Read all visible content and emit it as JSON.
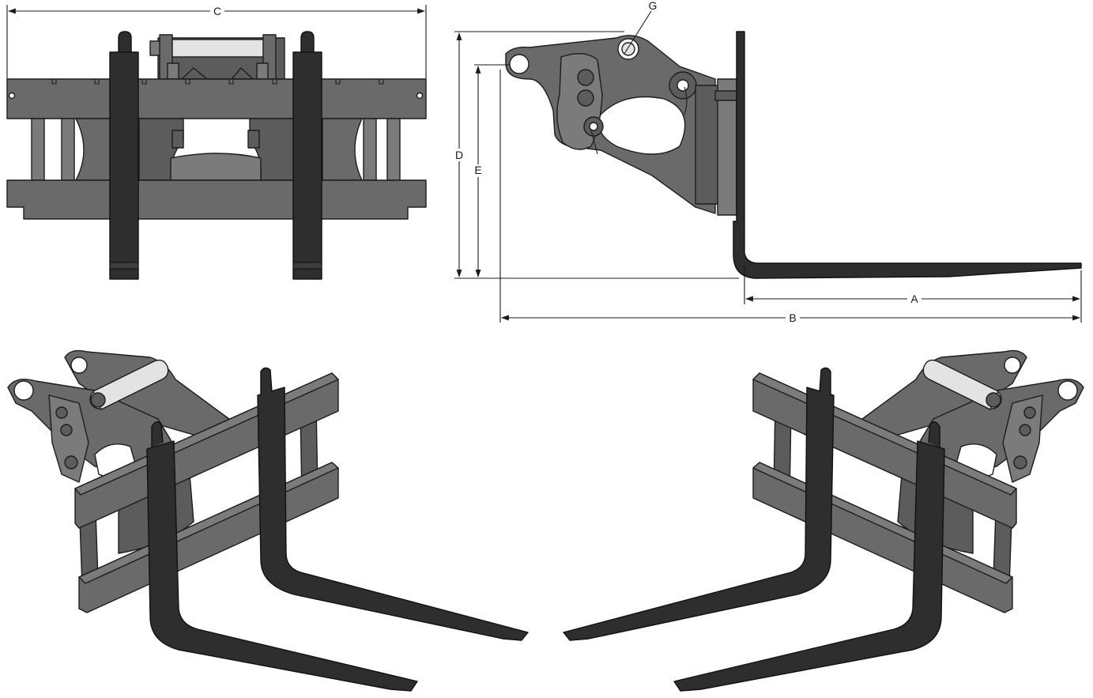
{
  "dimensions": {
    "A": "A",
    "B": "B",
    "C": "C",
    "D": "D",
    "E": "E",
    "G": "G"
  },
  "colors": {
    "carriage": "#6a6a6a",
    "fork": "#2e2e2e",
    "pin": "#e3e3e3",
    "outline": "#1d1d1d"
  }
}
